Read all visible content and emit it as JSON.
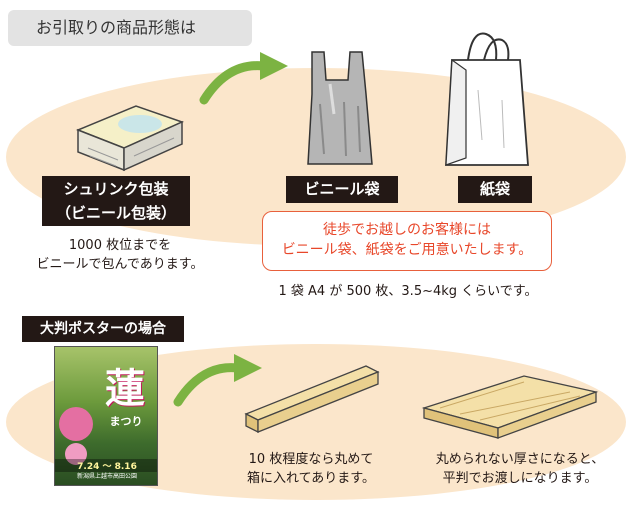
{
  "header": {
    "title": "お引取りの商品形態は"
  },
  "shrink": {
    "label_line1": "シュリンク包装",
    "label_line2": "（ビニール包装）",
    "note_line1": "1000 枚位までを",
    "note_line2": "ビニールで包んであります。"
  },
  "vinyl_bag": {
    "label": "ビニール袋"
  },
  "paper_bag": {
    "label": "紙袋"
  },
  "notice": {
    "line1": "徒歩でお越しのお客様には",
    "line2": "ビニール袋、紙袋をご用意いたします。"
  },
  "capacity_note": "1 袋 A4 が 500 枚、3.5~4kg くらいです。",
  "large_section": {
    "title": "大判ポスターの場合"
  },
  "poster": {
    "title_kanji": "蓮",
    "title_tail": "まつり",
    "dates": "7.24 ～ 8.16",
    "venue": "新潟県上越市高田公園"
  },
  "rolled": {
    "note_line1": "10 枚程度なら丸めて",
    "note_line2": "箱に入れてあります。"
  },
  "flat": {
    "note_line1": "丸められない厚さになると、",
    "note_line2": "平判でお渡しになります。"
  },
  "colors": {
    "accent_green": "#7cb342",
    "notice_red": "#e8472a",
    "ellipse_beige": "#fbe6cb"
  }
}
